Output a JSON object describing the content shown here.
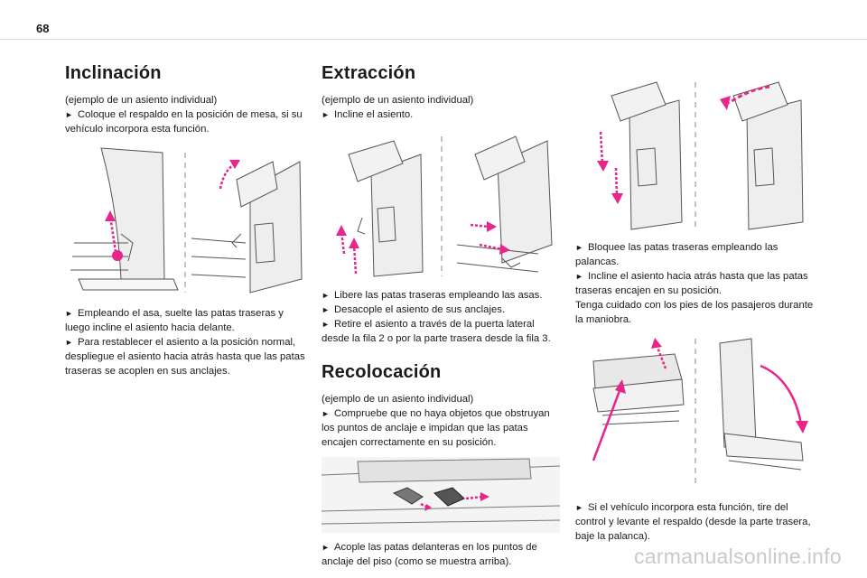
{
  "page_number": "68",
  "watermark": "carmanualsonline.info",
  "col1": {
    "title": "Inclinación",
    "note": "(ejemplo de un asiento individual)",
    "bullets_top": [
      "Coloque el respaldo en la posición de mesa, si su vehículo incorpora esta función."
    ],
    "bullets_bottom": [
      "Empleando el asa, suelte las patas traseras y luego incline el asiento hacia delante.",
      "Para restablecer el asiento a la posición normal, despliegue el asiento hacia atrás hasta que las patas traseras se acoplen en sus anclajes."
    ]
  },
  "col2": {
    "title": "Extracción",
    "note": "(ejemplo de un asiento individual)",
    "bullets_top": [
      "Incline el asiento."
    ],
    "bullets_bottom": [
      "Libere las patas traseras empleando las asas.",
      "Desacople el asiento de sus anclajes.",
      "Retire el asiento a través de la puerta lateral desde la fila 2 o por la parte trasera desde la fila 3."
    ],
    "title2": "Recolocación",
    "note2": "(ejemplo de un asiento individual)",
    "bullets_mid": [
      "Compruebe que no haya objetos que obstruyan los puntos de anclaje e impidan que las patas encajen correctamente en su posición."
    ],
    "bullets_end": [
      "Acople las patas delanteras en los puntos de anclaje del piso (como se muestra arriba)."
    ]
  },
  "col3": {
    "bullets_top": [
      "Bloquee las patas traseras empleando las palancas.",
      "Incline el asiento hacia atrás hasta que las patas traseras encajen en su posición."
    ],
    "warning": "Tenga cuidado con los pies de los pasajeros durante la maniobra.",
    "bullets_bottom": [
      "Si el vehículo incorpora esta función, tire del control y levante el respaldo (desde la parte trasera, baje la palanca)."
    ]
  },
  "colors": {
    "accent_magenta": "#e8258a",
    "line_gray": "#555555",
    "light_gray": "#e9e9e9"
  },
  "icons": {
    "bullet": "right-pointing-triangle"
  }
}
